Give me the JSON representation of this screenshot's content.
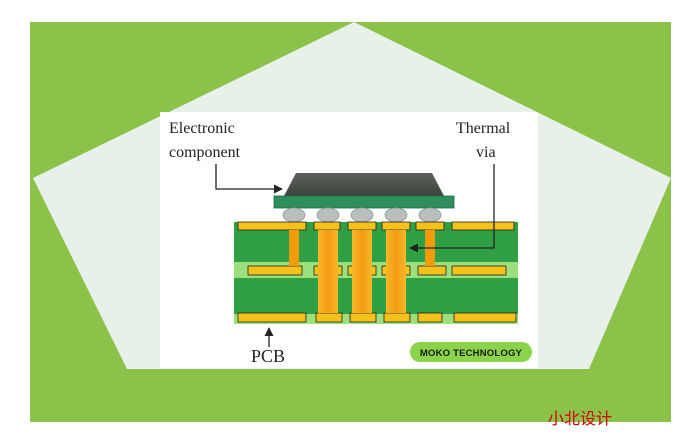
{
  "diagram": {
    "labels": {
      "electronic_line1": "Electronic",
      "electronic_line2": "component",
      "thermal_line1": "Thermal",
      "thermal_line2": "via",
      "pcb": "PCB"
    },
    "badge": "MOKO TECHNOLOGY"
  },
  "watermark": "小北设计",
  "colors": {
    "frame_green": "#8bc34a",
    "pentagon_fill": "#e8f0ea",
    "board_green": "#2fa043",
    "board_light": "#9be07a",
    "copper": "#f4c21a",
    "via_orange": "#f29c12",
    "chip_dark": "#4a4f4a",
    "chip_pad": "#2f8f5a",
    "solder_ball": "#b9bfbd",
    "badge_fill": "#8bd44a",
    "watermark_red": "#d40000"
  }
}
